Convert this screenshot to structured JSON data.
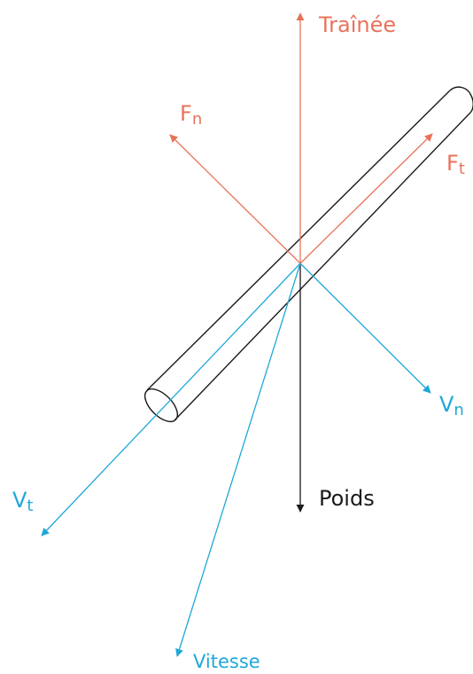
{
  "colors": {
    "force": "#e8735a",
    "velocity": "#1fa8d8",
    "weight": "#1a1a1a",
    "tube": "#1a1a1a"
  },
  "labels": {
    "trainee": "Traînée",
    "fn_main": "F",
    "fn_sub": "n",
    "ft_main": "F",
    "ft_sub": "t",
    "vn_main": "V",
    "vn_sub": "n",
    "vt_main": "V",
    "vt_sub": "t",
    "poids": "Poids",
    "vitesse": "Vitesse"
  }
}
